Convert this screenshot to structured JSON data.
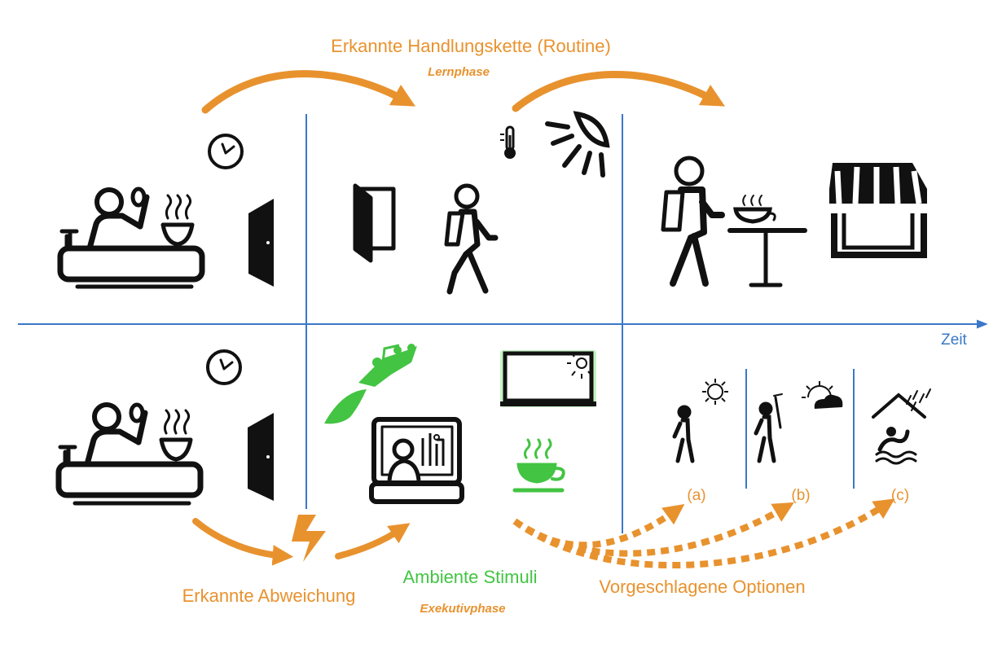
{
  "labels": {
    "routine_title": "Erkannte Handlungskette (Routine)",
    "learn_phase": "Lernphase",
    "time_axis": "Zeit",
    "deviation": "Erkannte Abweichung",
    "ambient": "Ambiente Stimuli",
    "exec_phase": "Exekutivphase",
    "options": "Vorgeschlagene Optionen",
    "option_a": "(a)",
    "option_b": "(b)",
    "option_c": "(c)"
  },
  "colors": {
    "orange": "#e8922e",
    "blue": "#3a78c9",
    "green": "#43c443",
    "ink": "#111111"
  },
  "icons": [
    "clock-icon",
    "breakfast-table-icon",
    "closed-door-icon",
    "open-door-icon",
    "walking-person-icon",
    "thermometer-icon",
    "sun-icon",
    "coffee-table-icon",
    "shop-icon",
    "music-icon",
    "tv-viewer-icon",
    "window-icon",
    "coffee-cup-icon",
    "umbrella-icon",
    "cloudy-sun-icon",
    "rain-house-icon",
    "swimming-icon",
    "lightning-icon"
  ]
}
